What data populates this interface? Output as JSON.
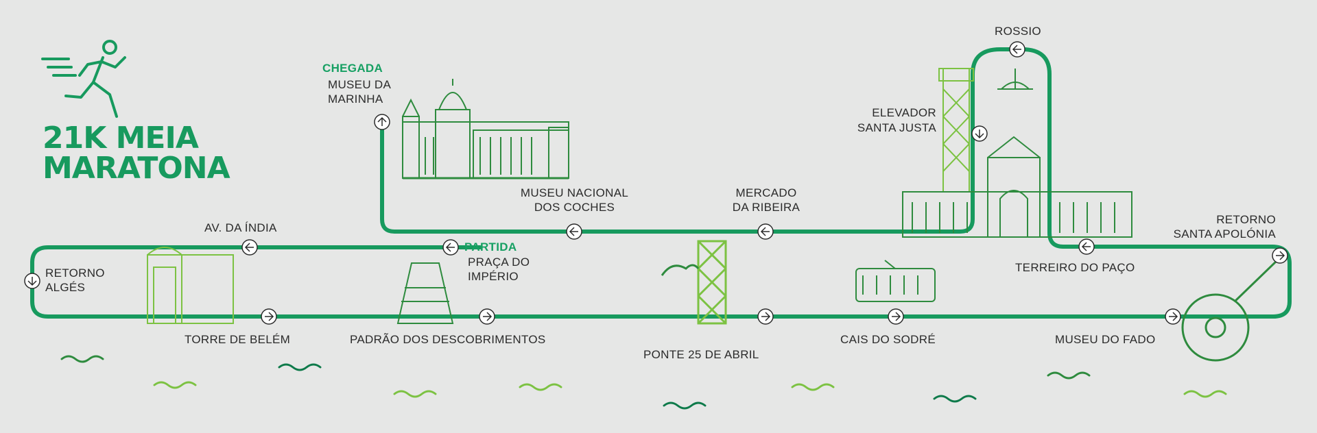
{
  "title": {
    "line1": "21K MEIA",
    "line2": "MARATONA"
  },
  "colors": {
    "route": "#179a5e",
    "accent": "#17a063",
    "landmark_light": "#7cc242",
    "landmark_dark": "#2e8b3e",
    "wave_dark": "#0e7a4a",
    "background": "#e6e7e6"
  },
  "icons": {
    "runner": "runner-icon",
    "arrow_marker": "circle-arrow-icon",
    "wave": "wave-icon"
  },
  "finish": {
    "tag": "CHEGADA",
    "line1": "MUSEU DA",
    "line2": "MARINHA"
  },
  "start": {
    "tag": "PARTIDA",
    "line1": "PRAÇA DO",
    "line2": "IMPÉRIO"
  },
  "stops": {
    "rossio": "ROSSIO",
    "elevador": {
      "line1": "ELEVADOR",
      "line2": "SANTA JUSTA"
    },
    "coches": {
      "line1": "MUSEU NACIONAL",
      "line2": "DOS COCHES"
    },
    "mercado": {
      "line1": "MERCADO",
      "line2": "DA RIBEIRA"
    },
    "india": "AV. DA ÍNDIA",
    "alges": {
      "line1": "RETORNO",
      "line2": "ALGÉS"
    },
    "belem": "TORRE DE BELÉM",
    "padrao": "PADRÃO DOS DESCOBRIMENTOS",
    "ponte": "PONTE 25 DE ABRIL",
    "sodre": "CAIS DO SODRÉ",
    "fado": "MUSEU DO FADO",
    "paco": "TERREIRO DO PAÇO",
    "apolonia": {
      "line1": "RETORNO",
      "line2": "SANTA APOLÓNIA"
    }
  }
}
